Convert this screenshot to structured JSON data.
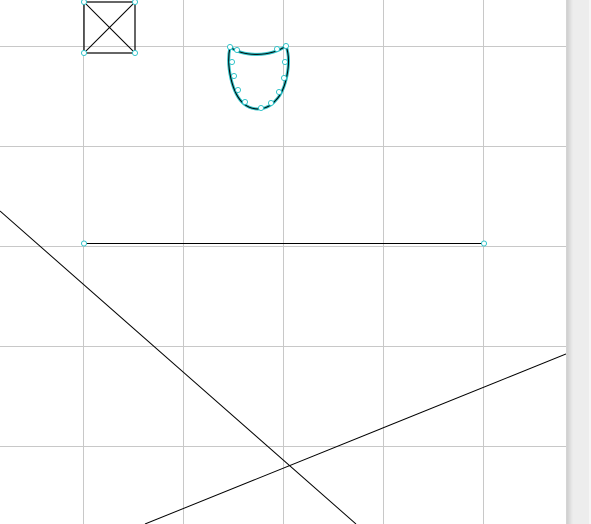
{
  "canvas": {
    "background": "#ffffff",
    "grid_color": "#c8c8c8",
    "grid_visible": true
  },
  "colors": {
    "stroke": "#000000",
    "selection": "#2fc3c9"
  },
  "shapes": [
    {
      "name": "crossed-square-shape",
      "selected": true
    },
    {
      "name": "curved-pouch-shape",
      "selected": true
    },
    {
      "name": "horizontal-line-shape",
      "selected": true
    },
    {
      "name": "descending-diagonal-line",
      "selected": false
    },
    {
      "name": "ascending-diagonal-line",
      "selected": false
    }
  ],
  "scrollbar": {
    "orientation": "vertical",
    "background": "#ededed"
  }
}
